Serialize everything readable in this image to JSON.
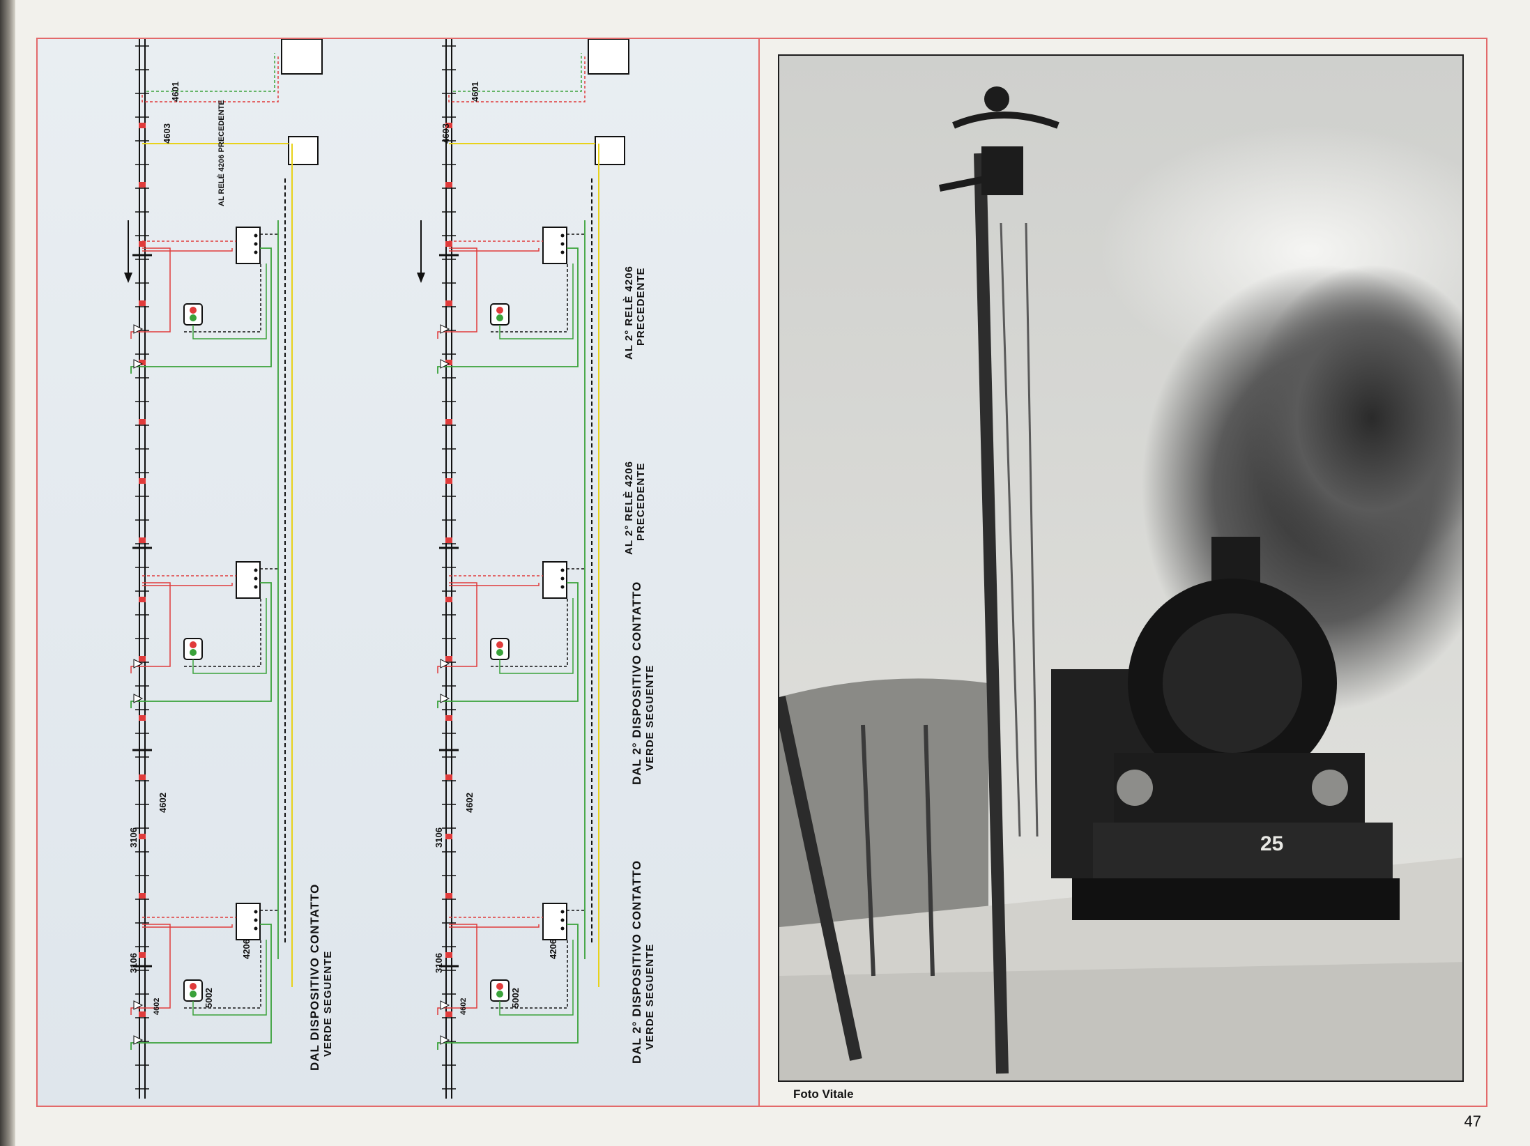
{
  "page_number": "47",
  "photo_caption": "Foto Vitale",
  "photo_engine_number": "25",
  "diagram": {
    "left": {
      "relay_top_codes": [
        "4603",
        "4601"
      ],
      "label_top": "AL RELÈ 4206 PRECEDENTE",
      "label_bottom_1": "DAL DISPOSITIVO CONTATTO",
      "label_bottom_2": "VERDE SEGUENTE",
      "codes": [
        "3106",
        "4602",
        "3106",
        "4602",
        "4206",
        "5002"
      ]
    },
    "right": {
      "relay_top_codes": [
        "4603",
        "4601"
      ],
      "label_a_1": "AL 2° RELÈ 4206",
      "label_a_2": "PRECEDENTE",
      "label_b_1": "AL 2° RELÈ 4206",
      "label_b_2": "PRECEDENTE",
      "label_c_1": "DAL 2° DISPOSITIVO CONTATTO",
      "label_c_2": "VERDE SEGUENTE",
      "label_d_1": "DAL 2° DISPOSITIVO CONTATTO",
      "label_d_2": "VERDE SEGUENTE",
      "codes": [
        "3106",
        "4602",
        "3106",
        "4602",
        "4206",
        "5002"
      ]
    }
  },
  "colors": {
    "red_wire": "#e03b3b",
    "green_wire": "#3aa23a",
    "yellow_wire": "#e8d21a",
    "frame": "#e36a6a"
  }
}
